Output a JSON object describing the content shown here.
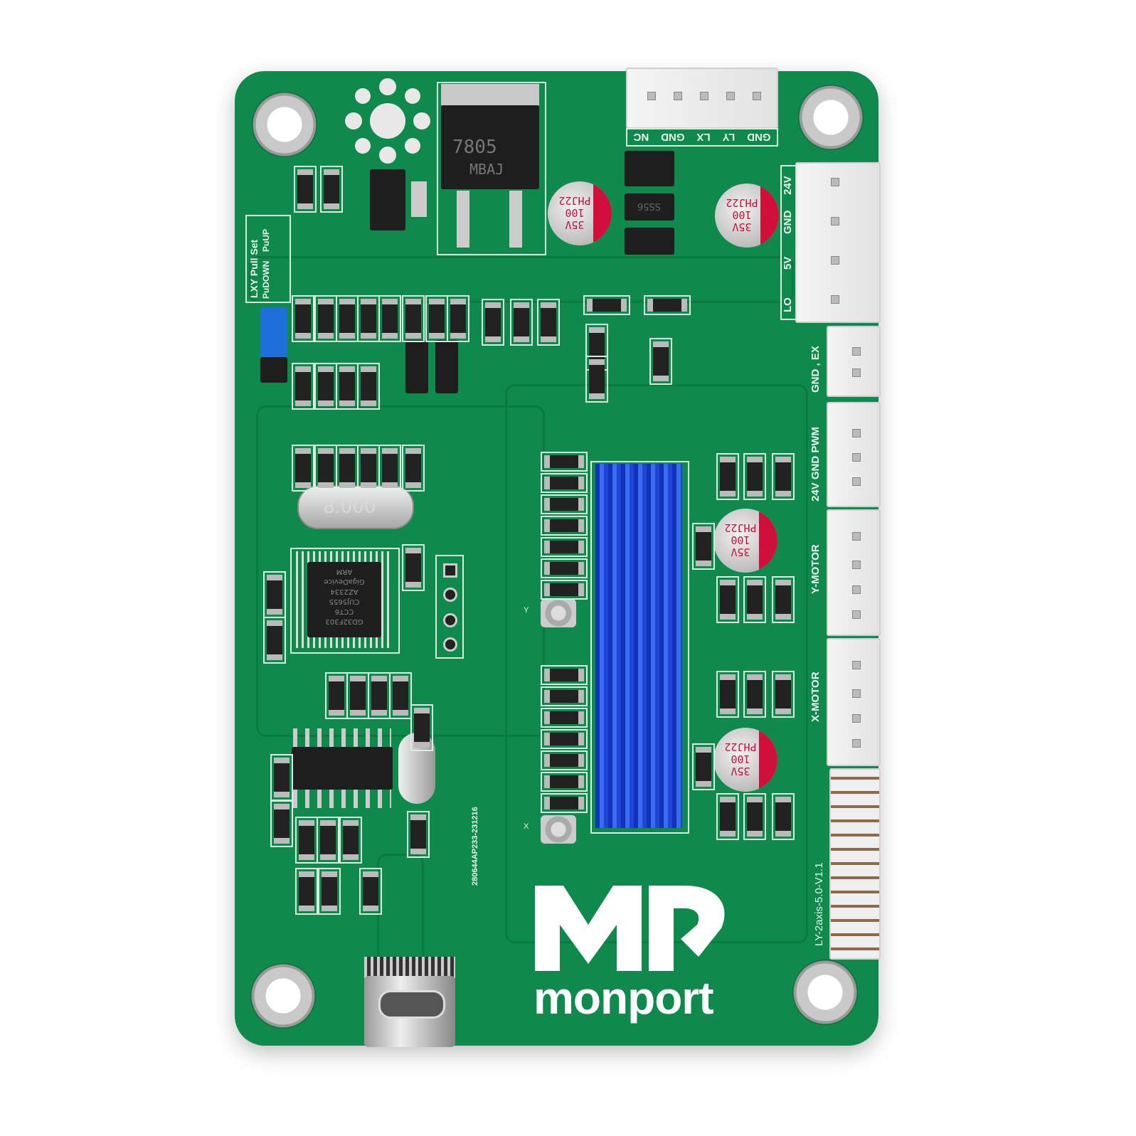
{
  "brand": {
    "logo_mark": "MP",
    "name": "monport",
    "color": "#ffffff"
  },
  "board": {
    "color": "#0f8a4c",
    "model_label": "LY-2axis-5.0-V1.1",
    "serial_label": "280644AP233-231216"
  },
  "top_connector": {
    "pins": [
      "NC",
      "GND",
      "LX",
      "LY",
      "GND"
    ]
  },
  "power_connector": {
    "pins": [
      "24V",
      "GND",
      "5V",
      "LO"
    ]
  },
  "ex_connector": {
    "label": "GND , EX"
  },
  "pwm_connector": {
    "label": "24V  GND  PWM"
  },
  "y_motor_connector": {
    "label": "Y-MOTOR"
  },
  "x_motor_connector": {
    "label": "X-MOTOR"
  },
  "pull_set": {
    "title": "LXY Pull Set",
    "up": "PuUP",
    "down": "PuDOWN"
  },
  "regulator": {
    "line1": "7805",
    "line2": "MBAJ"
  },
  "diode": {
    "label": "SS56"
  },
  "capacitor": {
    "line1": "PHJ22",
    "line2": "100",
    "line3": "35V",
    "stripe_color": "#d0103a"
  },
  "crystal": {
    "label": "8.000"
  },
  "mcu": {
    "lines": [
      "ARM",
      "GigaDevice",
      "AZ2334",
      "CUJ5655",
      "CCT6",
      "GD32F303"
    ]
  },
  "heatsink": {
    "color": "#1f44d8"
  },
  "jumper": {
    "color": "#1e6fd8"
  },
  "pot_labels": {
    "y": "Y",
    "x": "X"
  }
}
